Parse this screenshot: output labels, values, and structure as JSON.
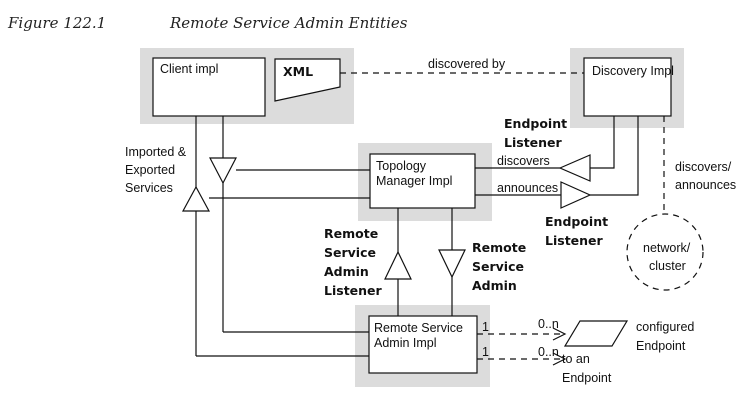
{
  "figure": {
    "number": "Figure 122.1",
    "title": "Remote Service Admin Entities"
  },
  "entities": {
    "client_impl": "Client impl",
    "xml": "XML",
    "discovery_impl": "Discovery Impl",
    "topology_line1": "Topology",
    "topology_line2": "Manager Impl",
    "rsa_line1": "Remote Service",
    "rsa_line2": "Admin Impl",
    "network_line1": "network/",
    "network_line2": "cluster"
  },
  "labels": {
    "discovered_by": "discovered by",
    "imported_1": "Imported &",
    "imported_2": "Exported",
    "imported_3": "Services",
    "endpoint_listener_top_1": "Endpoint",
    "endpoint_listener_top_2": "Listener",
    "discovers": "discovers",
    "announces": "announces",
    "discovers_announces_1": "discovers/",
    "discovers_announces_2": "announces",
    "endpoint_listener_bottom_1": "Endpoint",
    "endpoint_listener_bottom_2": "Listener",
    "rsa_listener_1": "Remote",
    "rsa_listener_2": "Service",
    "rsa_listener_3": "Admin",
    "rsa_listener_4": "Listener",
    "rsa_service_1": "Remote",
    "rsa_service_2": "Service",
    "rsa_service_3": "Admin",
    "mult_1_top": "1",
    "mult_1_bottom": "1",
    "mult_0n_top": "0..n",
    "mult_0n_bottom": "0..n",
    "configured_1": "configured",
    "configured_2": "Endpoint",
    "to_an_1": "to an",
    "to_an_2": "Endpoint"
  }
}
